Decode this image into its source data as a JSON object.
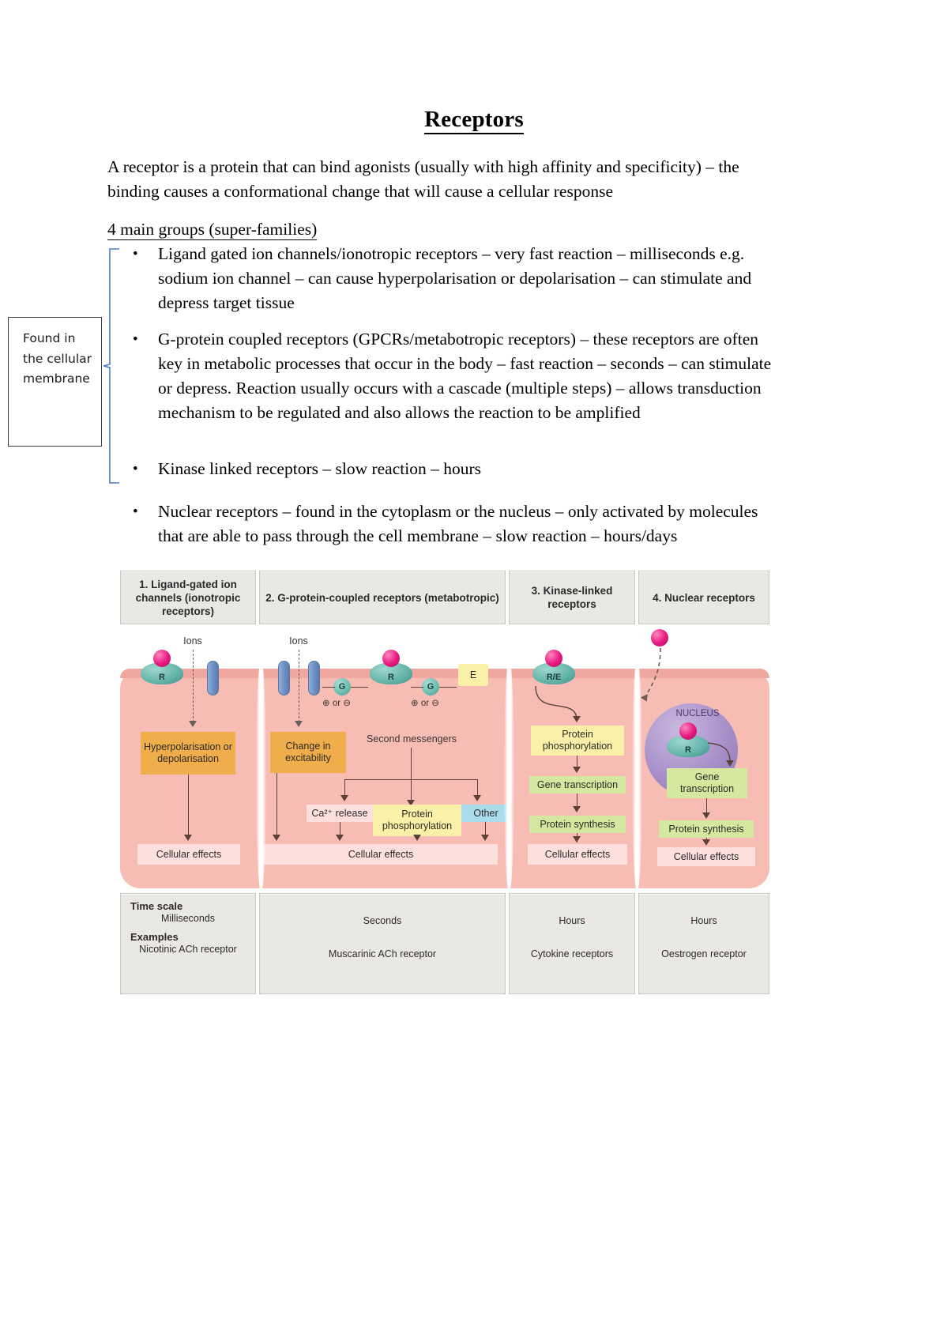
{
  "document": {
    "title": "Receptors",
    "intro": "A receptor is a protein that can bind agonists (usually with high affinity and specificity) – the binding causes a conformational change that will cause a cellular response",
    "subheading": "4 main groups (super-families)",
    "bullets": [
      "Ligand gated ion channels/ionotropic receptors – very fast reaction – milliseconds e.g. sodium ion channel – can cause hyperpolarisation or depolarisation – can stimulate and depress target tissue",
      "G-protein coupled receptors (GPCRs/metabotropic receptors) – these receptors are often key in metabolic processes that occur in the body – fast reaction – seconds – can stimulate or depress. Reaction usually occurs with a cascade (multiple steps) – allows transduction mechanism to be regulated and also allows the reaction to be amplified",
      "Kinase linked receptors – slow reaction – hours",
      "Nuclear receptors – found in the cytoplasm or the nucleus – only activated by molecules that are able to pass through the cell membrane – slow reaction – hours/days"
    ],
    "bullet_marker": "•",
    "annotation": "Found in the cellular membrane"
  },
  "figure": {
    "headers": [
      "1. Ligand-gated ion channels (ionotropic receptors)",
      "2. G-protein-coupled receptors (metabotropic)",
      "3. Kinase-linked receptors",
      "4. Nuclear receptors"
    ],
    "column1": {
      "ions_label": "Ions",
      "receptor_label": "R",
      "effect_box": "Hyperpolarisation or depolarisation",
      "cellular_effects": "Cellular effects"
    },
    "column2": {
      "ions_label": "Ions",
      "receptor_label": "R",
      "g_protein_label": "G",
      "effector_label": "E",
      "sign_label": "⊕ or ⊖",
      "change_box": "Change in excitability",
      "second_messengers": "Second messengers",
      "ca_release": "Ca²⁺ release",
      "protein_phos": "Protein phosphorylation",
      "other": "Other",
      "cellular_effects": "Cellular effects"
    },
    "column3": {
      "receptor_label": "R/E",
      "protein_phos": "Protein phosphorylation",
      "gene_transcription": "Gene transcription",
      "protein_synthesis": "Protein synthesis",
      "cellular_effects": "Cellular effects"
    },
    "column4": {
      "nucleus_label": "NUCLEUS",
      "receptor_label": "R",
      "gene_transcription": "Gene transcription",
      "protein_synthesis": "Protein synthesis",
      "cellular_effects": "Cellular effects"
    },
    "table": {
      "row_labels": [
        "Time scale",
        "Examples"
      ],
      "time_scale": [
        "Milliseconds",
        "Seconds",
        "Hours",
        "Hours"
      ],
      "examples": [
        "Nicotinic ACh receptor",
        "Muscarinic ACh receptor",
        "Cytokine receptors",
        "Oestrogen receptor"
      ]
    }
  },
  "colors": {
    "membrane": "#f7bcb4",
    "orange_box": "#f0ad4b",
    "yellow_box": "#fbf0a8",
    "blue_box": "#abdcee",
    "green_box": "#d4e8a0",
    "ligand": "#e5177f",
    "receptor": "#63b3a8",
    "nucleus": "#a68fc8",
    "bracket": "#4a7ebb"
  }
}
